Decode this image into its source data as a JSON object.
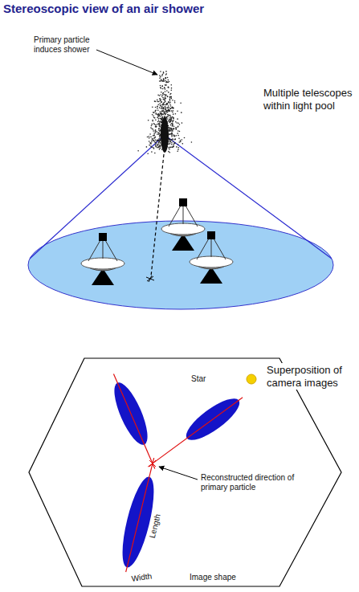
{
  "diagram": {
    "title": "Stereoscopic view of an air shower",
    "nodes": [
      {
        "text": [
          "Star",
          "Reconstructed direction of primary particle",
          "Length",
          "Width",
          "Image shape"
        ]
      }
    ],
    "labels": [
      "Primary particle induces shower",
      "Multiple telescopes within light pool",
      "Superposition of camera images"
    ]
  }
}
